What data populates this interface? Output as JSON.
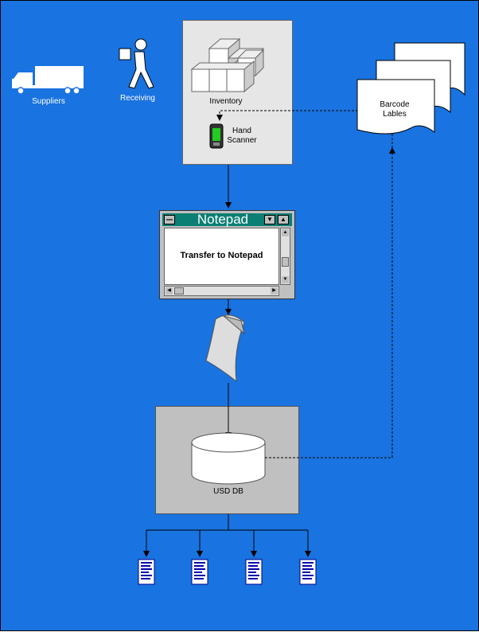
{
  "diagram": {
    "nodes": {
      "suppliers": "Suppliers",
      "receiving": "Receiving",
      "inventory": "Inventory",
      "hand_scanner_line1": "Hand",
      "hand_scanner_line2": "Scanner",
      "barcode_line1": "Barcode",
      "barcode_line2": "Lables",
      "notepad_title": "Notepad",
      "notepad_body": "Transfer to Notepad",
      "database": "USD DB"
    },
    "colors": {
      "background": "#1973e0",
      "panel": "#e6e6e6",
      "db_panel": "#c0c0c0",
      "scanner": "#22cc22",
      "title_bar": "#0b7f74"
    },
    "reports_count": 4
  }
}
